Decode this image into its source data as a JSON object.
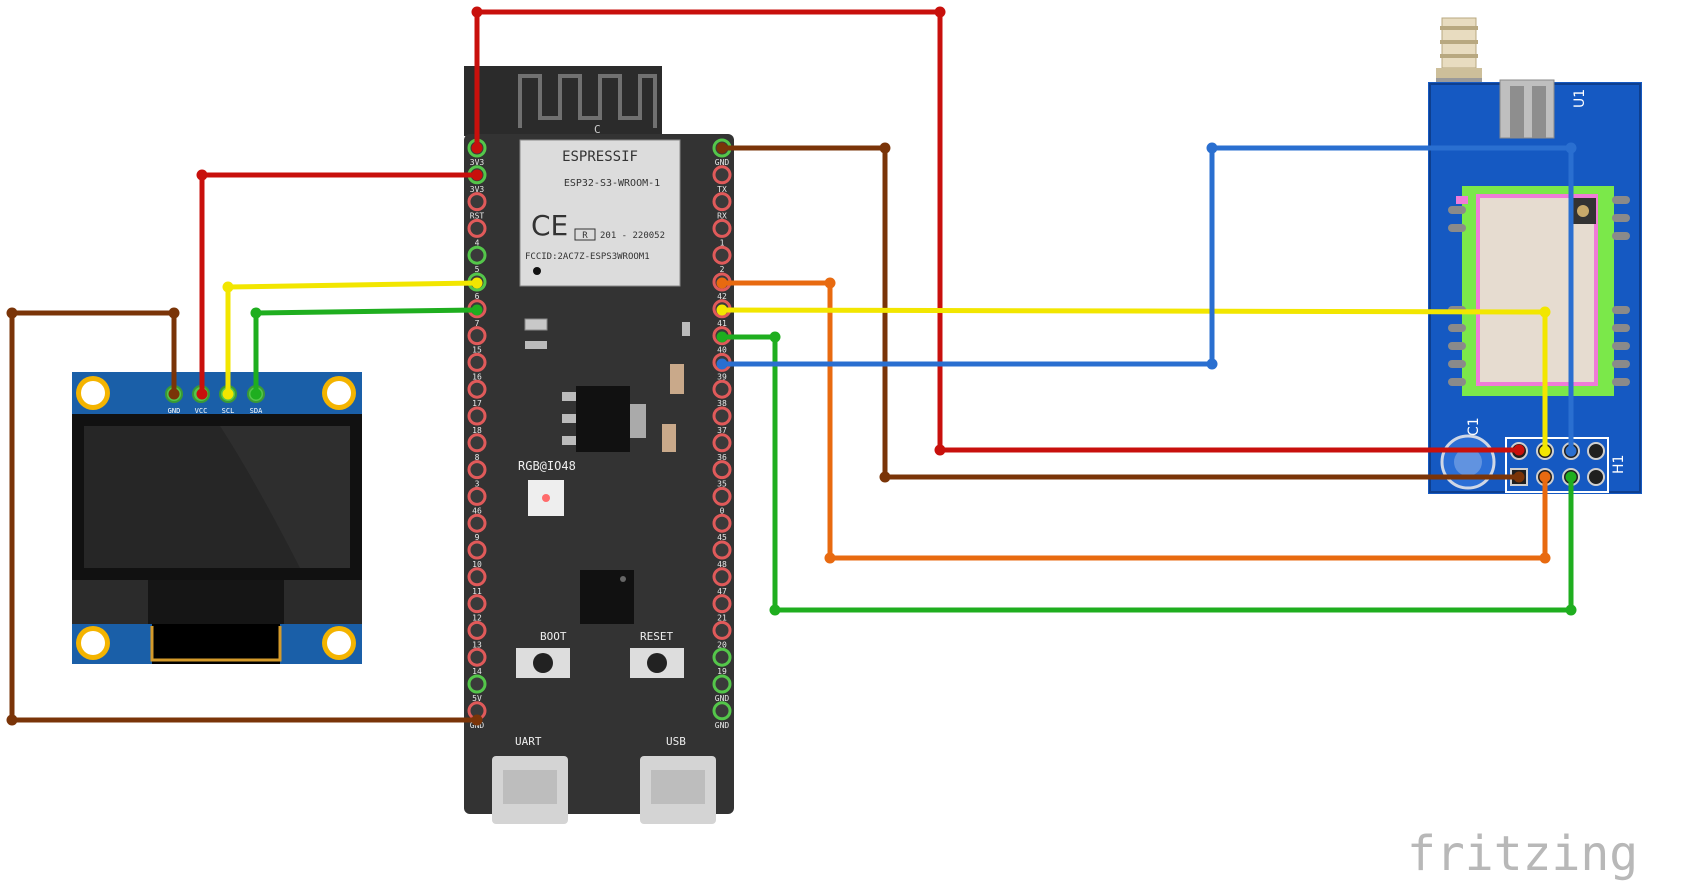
{
  "oled": {
    "pins": [
      "GND",
      "VCC",
      "SCL",
      "SDA"
    ]
  },
  "esp32": {
    "module": {
      "brand": "ESPRESSIF",
      "model": "ESP32-S3-WROOM-1",
      "ce": "CE",
      "r_mark": "R",
      "cert": "201 - 220052",
      "fcc": "FCCID:2AC7Z-ESPS3WROOM1"
    },
    "antenna_mark": "C",
    "rgb_label": "RGB@IO48",
    "boot_label": "BOOT",
    "reset_label": "RESET",
    "uart_label": "UART",
    "usb_label": "USB",
    "left_pins": [
      "3V3",
      "3V3",
      "RST",
      "4",
      "5",
      "6",
      "7",
      "15",
      "16",
      "17",
      "18",
      "8",
      "3",
      "46",
      "9",
      "10",
      "11",
      "12",
      "13",
      "14",
      "5V",
      "GND"
    ],
    "right_pins": [
      "GND",
      "TX",
      "RX",
      "1",
      "2",
      "42",
      "41",
      "40",
      "39",
      "38",
      "37",
      "36",
      "35",
      "0",
      "45",
      "48",
      "47",
      "21",
      "20",
      "19",
      "GND",
      "GND"
    ]
  },
  "rf_module": {
    "u1": "U1",
    "c1": "C1",
    "h1": "H1"
  },
  "wire_colors": {
    "red": "#c8100c",
    "brown": "#7a3408",
    "yellow": "#f2e600",
    "green": "#1fae1f",
    "orange": "#e86a10",
    "blue": "#2a6fd0"
  },
  "footer": {
    "brand": "fritzing"
  }
}
